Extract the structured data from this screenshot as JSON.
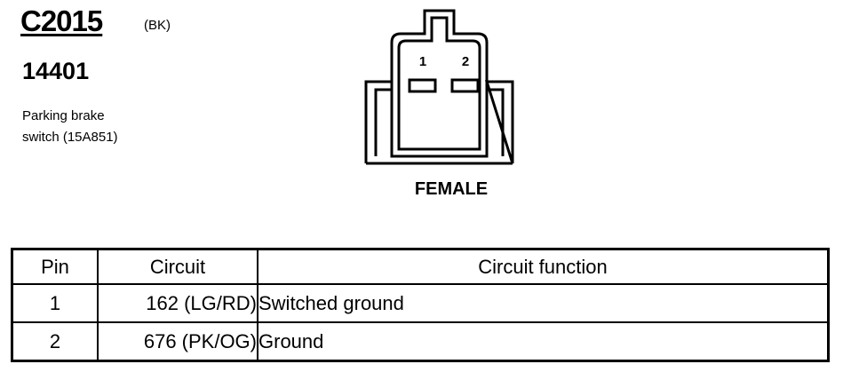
{
  "connector": {
    "id": "C2015",
    "color": "(BK)",
    "part_number": "14401",
    "description_line1": "Parking brake",
    "description_line2": "switch (15A851)"
  },
  "diagram": {
    "pin_labels": [
      "1",
      "2"
    ],
    "gender": "FEMALE"
  },
  "table": {
    "headers": {
      "pin": "Pin",
      "circuit": "Circuit",
      "function": "Circuit function"
    },
    "rows": [
      {
        "pin": "1",
        "circuit": "162 (LG/RD)",
        "function": "Switched ground"
      },
      {
        "pin": "2",
        "circuit": "676 (PK/OG)",
        "function": "Ground"
      }
    ]
  }
}
